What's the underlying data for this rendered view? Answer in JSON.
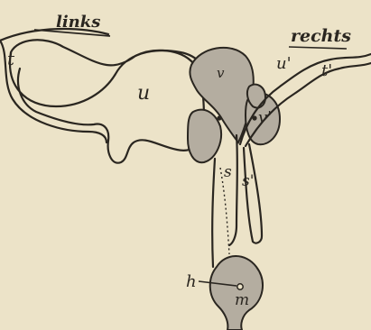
{
  "labels": {
    "links": "links",
    "rechts": "rechts",
    "t": "t",
    "u": "u",
    "v": "v",
    "u_prime": "u'",
    "t_prime": "t'",
    "v_prime": "v'",
    "s": "s",
    "s_prime": "s'",
    "h": "h",
    "m": "m"
  },
  "colors": {
    "background": "#ece3c8",
    "ink": "#2a2620",
    "shading": "#b4ada0"
  }
}
